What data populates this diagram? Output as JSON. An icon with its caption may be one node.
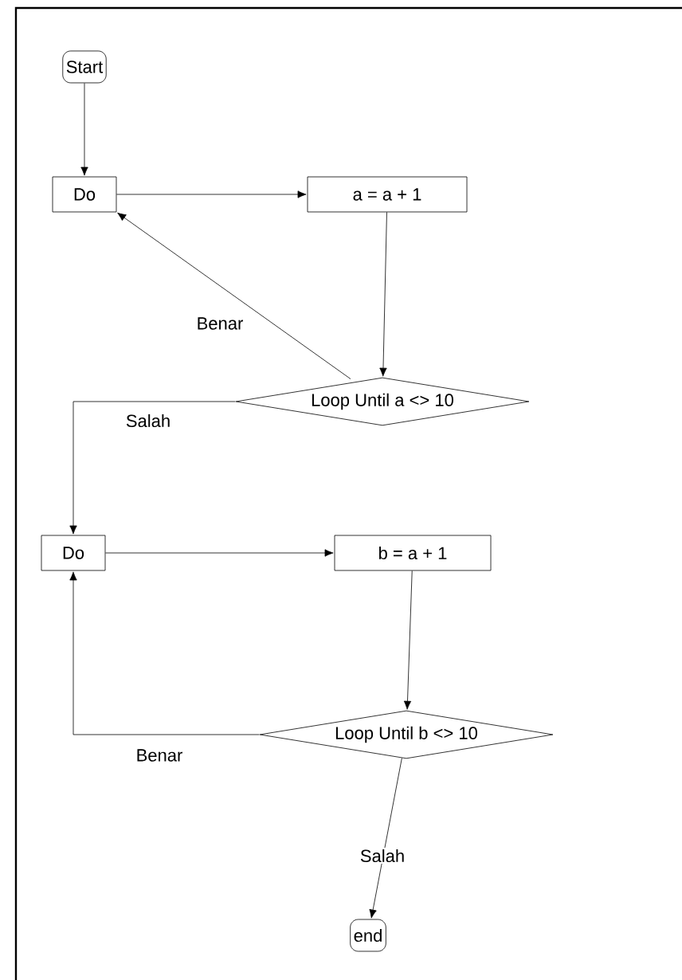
{
  "diagram": {
    "nodes": [
      {
        "text": [
          "Start"
        ]
      },
      {
        "text": [
          "Do"
        ]
      },
      {
        "text": [
          "a = a + 1"
        ]
      },
      {
        "text": [
          "Loop Until a <> 10"
        ]
      },
      {
        "text": [
          "Do"
        ]
      },
      {
        "text": [
          "b = a + 1"
        ]
      },
      {
        "text": [
          "Loop Until b <> 10"
        ]
      },
      {
        "text": [
          "end"
        ]
      }
    ],
    "edges": [
      {
        "from": 0,
        "to": 1,
        "arrow": "to"
      },
      {
        "from": 1,
        "to": 2,
        "arrow": "to"
      },
      {
        "from": 2,
        "to": 3,
        "arrow": "to"
      },
      {
        "from": 3,
        "to": 1,
        "arrow": "to",
        "label": "Benar"
      },
      {
        "from": 3,
        "to": 4,
        "arrow": "to",
        "label": "Salah"
      },
      {
        "from": 4,
        "to": 5,
        "arrow": "to"
      },
      {
        "from": 5,
        "to": 6,
        "arrow": "to"
      },
      {
        "from": 6,
        "to": 4,
        "arrow": "to",
        "label": "Benar"
      },
      {
        "from": 6,
        "to": 7,
        "arrow": "to",
        "label": "Salah"
      }
    ]
  }
}
